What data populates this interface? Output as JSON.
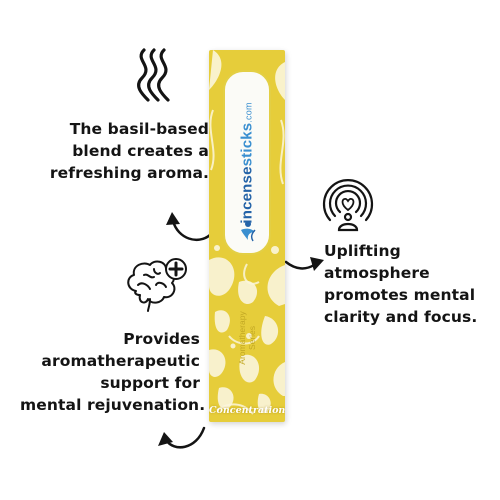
{
  "colors": {
    "box_yellow": "#e6cd3a",
    "pattern_white": "#fbf6dc",
    "brand_blue": "#2463a8",
    "text_dark": "#141414"
  },
  "icons": {
    "smoke": "smoke-waves-icon",
    "brain": "brain-plus-icon",
    "meditation": "person-heart-radiating-icon",
    "arrows": "curved-arrow-icon"
  },
  "callouts": {
    "aroma": {
      "lines": [
        "The basil-based",
        "blend creates a",
        "refreshing aroma."
      ]
    },
    "mind": {
      "lines": [
        "Provides",
        "aromatherapeutic",
        "support for",
        "mental rejuvenation."
      ]
    },
    "focus": {
      "lines": [
        "Uplifting",
        "atmosphere",
        "promotes mental",
        "clarity and focus."
      ]
    }
  },
  "product": {
    "brand_prefix": "incense",
    "brand_highlight": "sticks",
    "brand_suffix": ".com",
    "series_line1": "Aromatherapy",
    "series_line2": "Series",
    "variant": "Concentration"
  }
}
